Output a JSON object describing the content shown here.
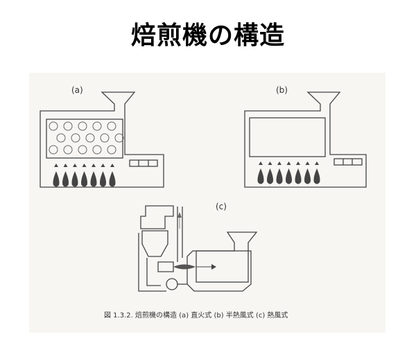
{
  "title": "焙煎機の構造",
  "panels": {
    "a": "(a)",
    "b": "(b)",
    "c": "(c)"
  },
  "caption": "図 1.3.2. 焙煎機の構造 (a) 直火式 (b) 半熱風式 (c) 熱風式",
  "colors": {
    "line": "#444444",
    "flame": "#444444",
    "background": "#f7f6f3"
  }
}
